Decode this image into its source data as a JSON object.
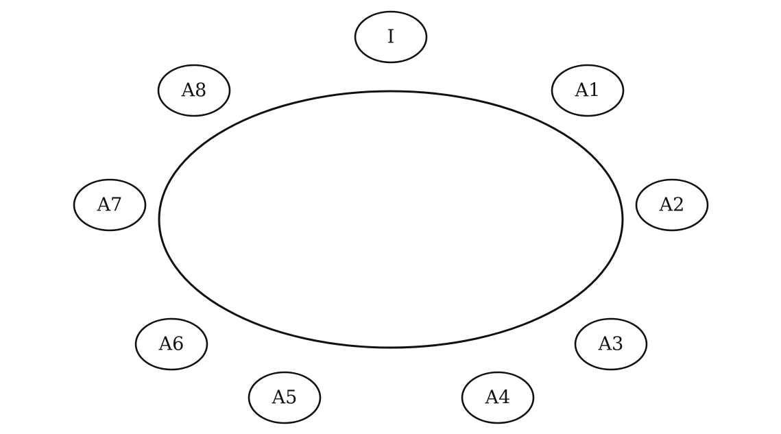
{
  "diagram": {
    "nodes": [
      {
        "id": "I",
        "label": "I"
      },
      {
        "id": "A1",
        "label": "A1"
      },
      {
        "id": "A2",
        "label": "A2"
      },
      {
        "id": "A3",
        "label": "A3"
      },
      {
        "id": "A4",
        "label": "A4"
      },
      {
        "id": "A5",
        "label": "A5"
      },
      {
        "id": "A6",
        "label": "A6"
      },
      {
        "id": "A7",
        "label": "A7"
      },
      {
        "id": "A8",
        "label": "A8"
      }
    ]
  }
}
